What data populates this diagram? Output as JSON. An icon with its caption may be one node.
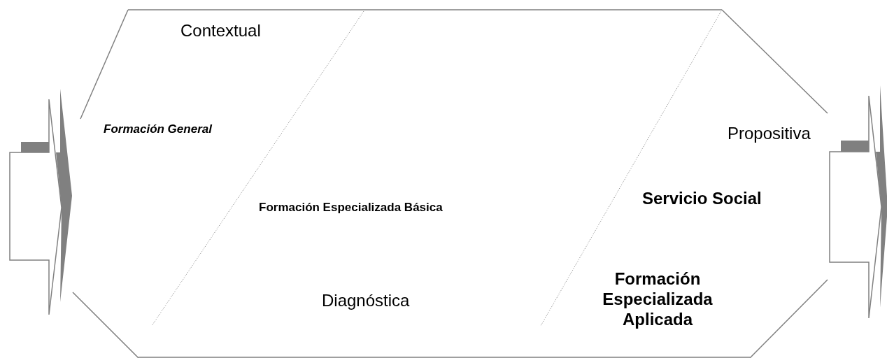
{
  "diagram": {
    "labels": [
      "Contextual",
      "Formación General",
      "Propositiva",
      "Formación Especializada Básica",
      "Servicio Social",
      "Diagnóstica",
      "Formación Especializada Aplicada"
    ]
  }
}
